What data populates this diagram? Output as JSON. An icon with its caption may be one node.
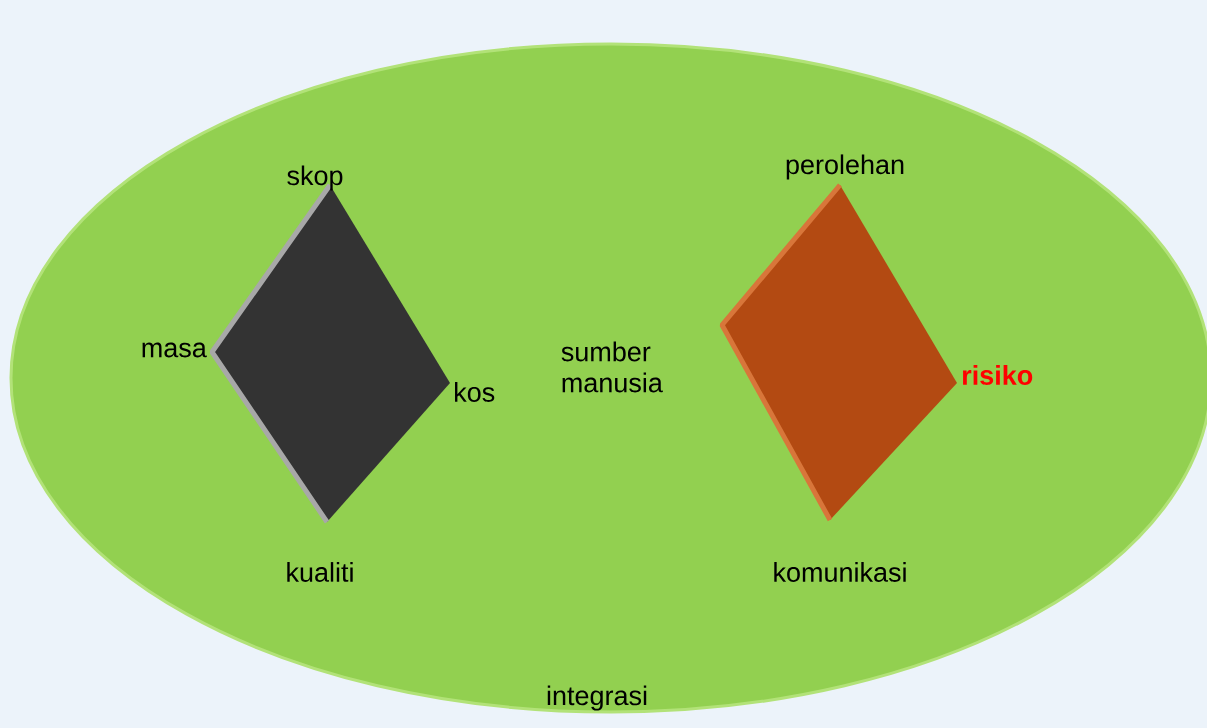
{
  "diagram": {
    "nodes": [
      {
        "text": [
          "integrasi"
        ]
      },
      {
        "text": [],
        "shape": "diamond",
        "in": 0,
        "beside": [
          "skop",
          "masa",
          "kos",
          "kualiti"
        ]
      },
      {
        "text": [],
        "shape": "diamond",
        "in": 0,
        "beside": [
          "perolehan",
          "sumber manusia",
          "risiko",
          "komunikasi"
        ]
      }
    ]
  }
}
